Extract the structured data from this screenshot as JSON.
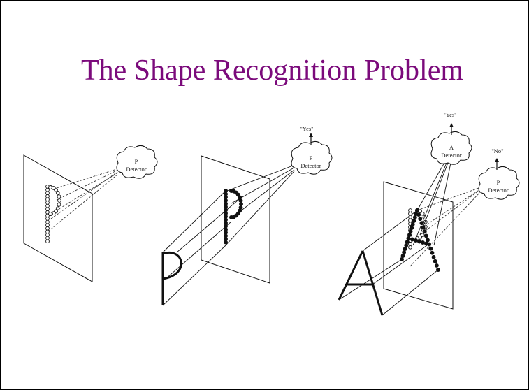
{
  "slide": {
    "title": "The Shape Recognition Problem"
  },
  "diagram": {
    "panel1": {
      "detector_line1": "P",
      "detector_line2": "Detector"
    },
    "panel2": {
      "output": "\"Yes\"",
      "detector_line1": "P",
      "detector_line2": "Detector"
    },
    "panel3": {
      "a_output": "\"Yes\"",
      "a_detector_line1": "A",
      "a_detector_line2": "Detector",
      "p_output": "\"No\"",
      "p_detector_line1": "P",
      "p_detector_line2": "Detector"
    }
  },
  "colors": {
    "title": "#7b0a7b",
    "line": "#111111"
  }
}
